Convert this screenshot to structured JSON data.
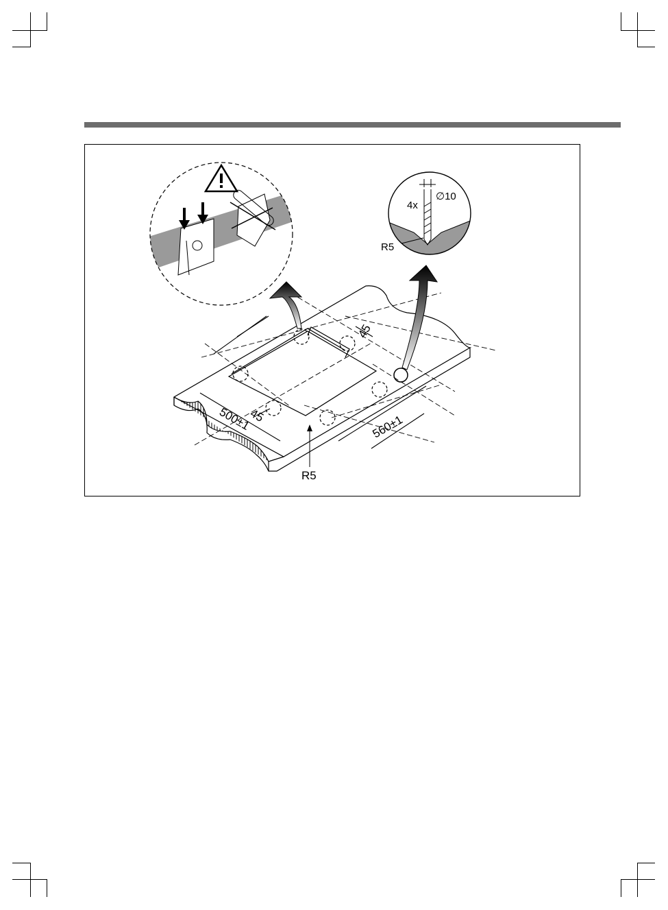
{
  "figure": {
    "labels": {
      "width_dim": "500±1",
      "depth_dim": "560±1",
      "edge_offset_front": "45",
      "edge_offset_back": "45",
      "corner_radius_bottom": "R5",
      "corner_radius_drill": "R5",
      "drill_count": "4x",
      "drill_diameter": "∅10"
    },
    "icons": {
      "warning": "warning-triangle-icon",
      "arrow": "down-arrow-icon"
    },
    "colors": {
      "rule": "#6d6d6d",
      "gray_fill": "#9a9a9a",
      "line": "#000000"
    }
  }
}
